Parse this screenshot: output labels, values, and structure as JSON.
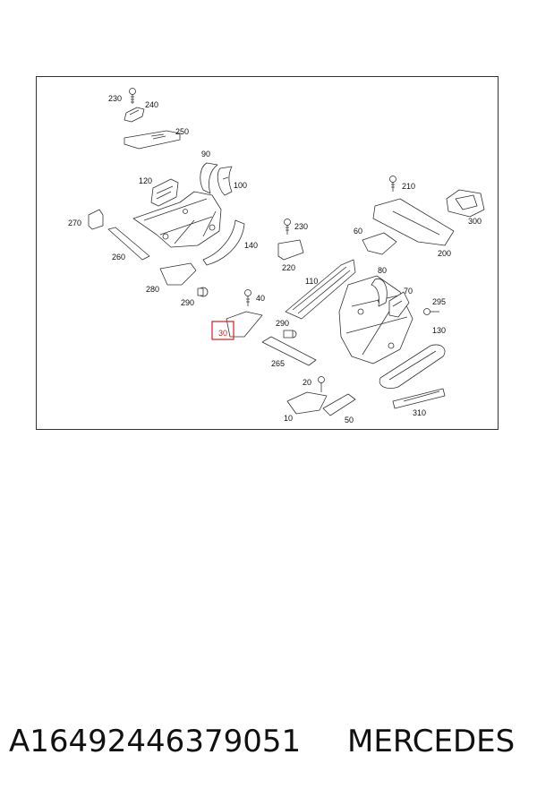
{
  "diagram": {
    "labels": {
      "l230a": "230",
      "l240": "240",
      "l250": "250",
      "l90": "90",
      "l120": "120",
      "l100": "100",
      "l270": "270",
      "l260": "260",
      "l140": "140",
      "l280": "280",
      "l290a": "290",
      "l40": "40",
      "l30": "30",
      "l290b": "290",
      "l265": "265",
      "l230b": "230",
      "l220": "220",
      "l110": "110",
      "l210": "210",
      "l300": "300",
      "l60": "60",
      "l200": "200",
      "l80": "80",
      "l70": "70",
      "l295": "295",
      "l130": "130",
      "l20": "20",
      "l10": "10",
      "l50": "50",
      "l310": "310"
    },
    "highlight_color": "#cc2222",
    "line_color": "#333333"
  },
  "footer": {
    "part_number": "A16492446379051",
    "brand": "MERCEDES"
  }
}
